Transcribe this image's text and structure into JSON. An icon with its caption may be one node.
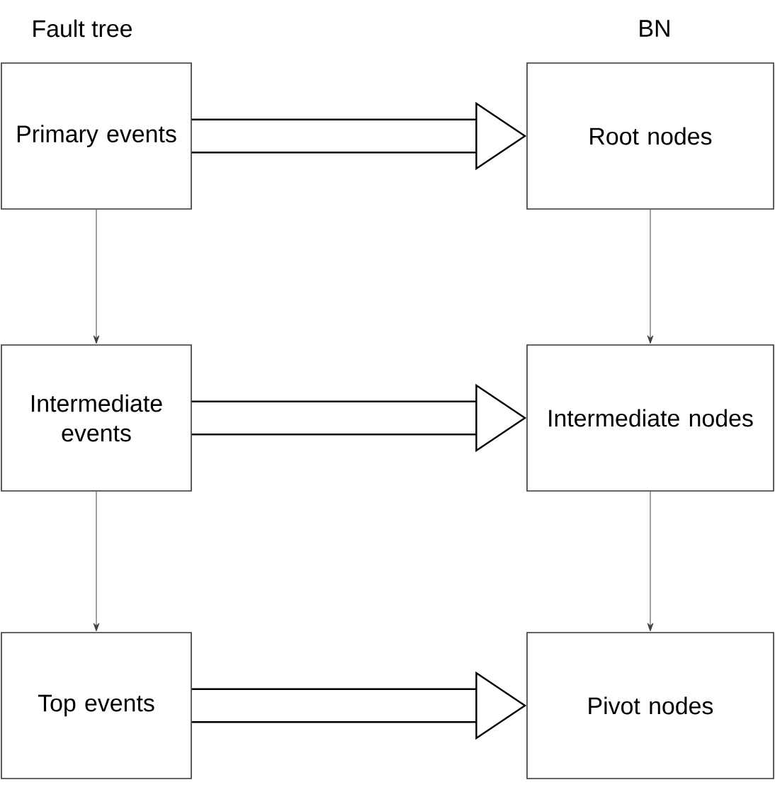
{
  "diagram": {
    "nodes": [
      {
        "text": [
          "Primary events"
        ]
      },
      {
        "text": [
          "Root nodes"
        ]
      },
      {
        "text": [
          "Intermediate events"
        ]
      },
      {
        "text": [
          "Intermediate nodes"
        ]
      },
      {
        "text": [
          "Top events"
        ]
      },
      {
        "text": [
          "Pivot nodes"
        ]
      }
    ],
    "edges": [
      {
        "from": 0,
        "to": 1,
        "arrow": "to",
        "style": "thick"
      },
      {
        "from": 0,
        "to": 2,
        "arrow": "to"
      },
      {
        "from": 1,
        "to": 3,
        "arrow": "to"
      },
      {
        "from": 2,
        "to": 3,
        "arrow": "to",
        "style": "thick"
      },
      {
        "from": 2,
        "to": 4,
        "arrow": "to"
      },
      {
        "from": 3,
        "to": 5,
        "arrow": "to"
      },
      {
        "from": 4,
        "to": 5,
        "arrow": "to",
        "style": "thick"
      }
    ],
    "labels": [
      "Fault tree",
      "BN"
    ]
  }
}
